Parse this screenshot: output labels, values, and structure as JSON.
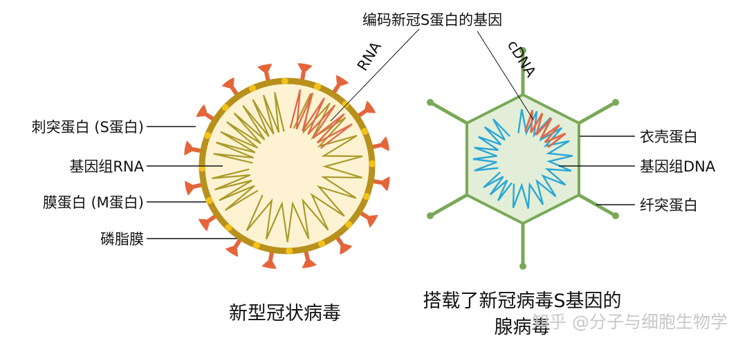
{
  "top_label": "编码新冠S蛋白的基因",
  "coronavirus": {
    "caption": "新型冠状病毒",
    "rna_label": "RNA",
    "labels": [
      "刺突蛋白 (S蛋白)",
      "基因组RNA",
      "膜蛋白 (M蛋白)",
      "磷脂膜"
    ]
  },
  "adenovirus": {
    "caption_line1": "搭载了新冠病毒S基因的",
    "caption_line2": "腺病毒",
    "cdna_label": "cDNA",
    "labels": [
      "衣壳蛋白",
      "基因组DNA",
      "纤突蛋白"
    ]
  },
  "watermark": "知乎 @分子与细胞生物学",
  "colors": {
    "spike": "#e4653a",
    "membrane": "#b8901c",
    "membrane_dots": "#f2c21b",
    "corona_fill": "#fdf3d2",
    "rna": "#a99a2a",
    "s_gene": "#e06a4a",
    "capsid": "#79a957",
    "capsid_fill": "#e3eed8",
    "dna": "#2aa7d6"
  }
}
